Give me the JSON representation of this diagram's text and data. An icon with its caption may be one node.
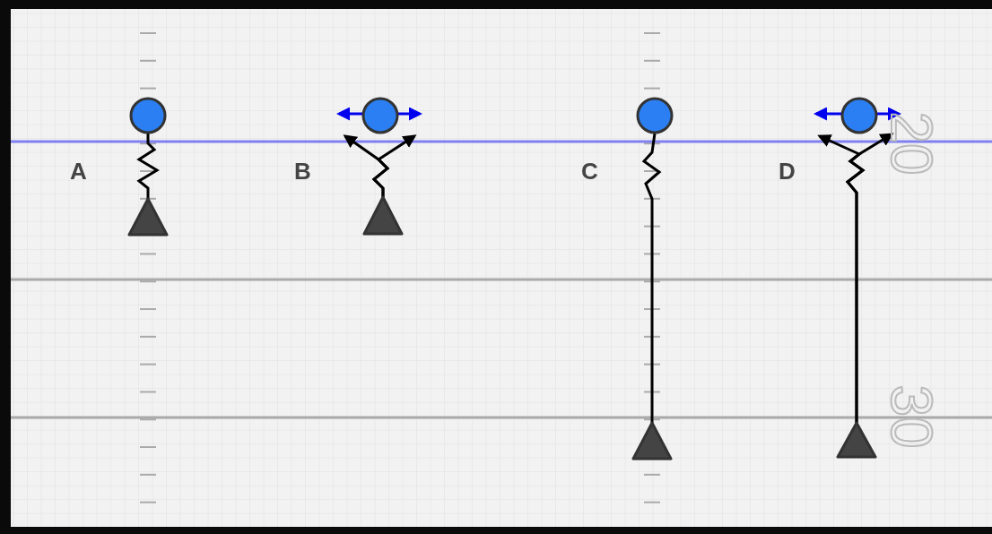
{
  "diagram": {
    "nodes": [
      {
        "text": [],
        "shape": "circle"
      },
      {
        "text": [],
        "shape": "circle"
      },
      {
        "text": [],
        "shape": "circle"
      },
      {
        "text": [],
        "shape": "circle"
      },
      {
        "text": [],
        "shape": "triangle"
      },
      {
        "text": [],
        "shape": "triangle"
      },
      {
        "text": [],
        "shape": "triangle"
      },
      {
        "text": [],
        "shape": "triangle"
      }
    ],
    "edges": [
      {
        "from": 4,
        "to": 0,
        "arrow": "none"
      },
      {
        "from": 5,
        "to": 1,
        "arrow": "to"
      },
      {
        "from": 5,
        "to": 1,
        "arrow": "to"
      },
      {
        "from": 6,
        "to": 2,
        "arrow": "none"
      },
      {
        "from": 7,
        "to": 3,
        "arrow": "to"
      },
      {
        "from": 7,
        "to": 3,
        "arrow": "to"
      }
    ],
    "labels": [
      "A",
      "B",
      "C",
      "D",
      "20",
      "30"
    ]
  }
}
